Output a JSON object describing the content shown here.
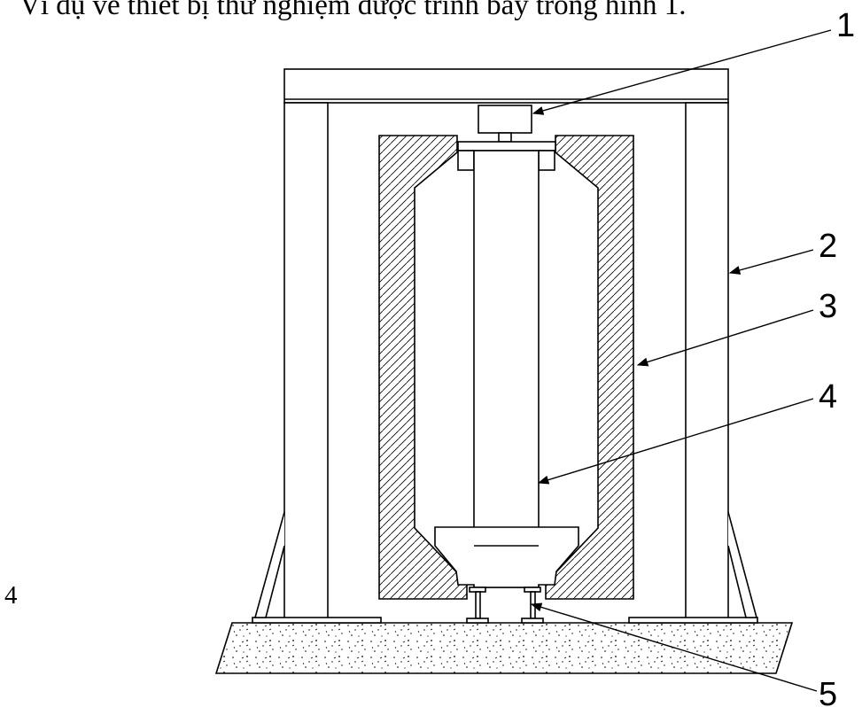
{
  "document": {
    "caption_line": "Ví dụ về thiết bị thử nghiệm được trình bày trong hình 1.",
    "page_number": "4"
  },
  "figure": {
    "callouts": [
      {
        "id": "1",
        "label": "1"
      },
      {
        "id": "2",
        "label": "2"
      },
      {
        "id": "3",
        "label": "3"
      },
      {
        "id": "4",
        "label": "4"
      },
      {
        "id": "5",
        "label": "5"
      }
    ]
  }
}
